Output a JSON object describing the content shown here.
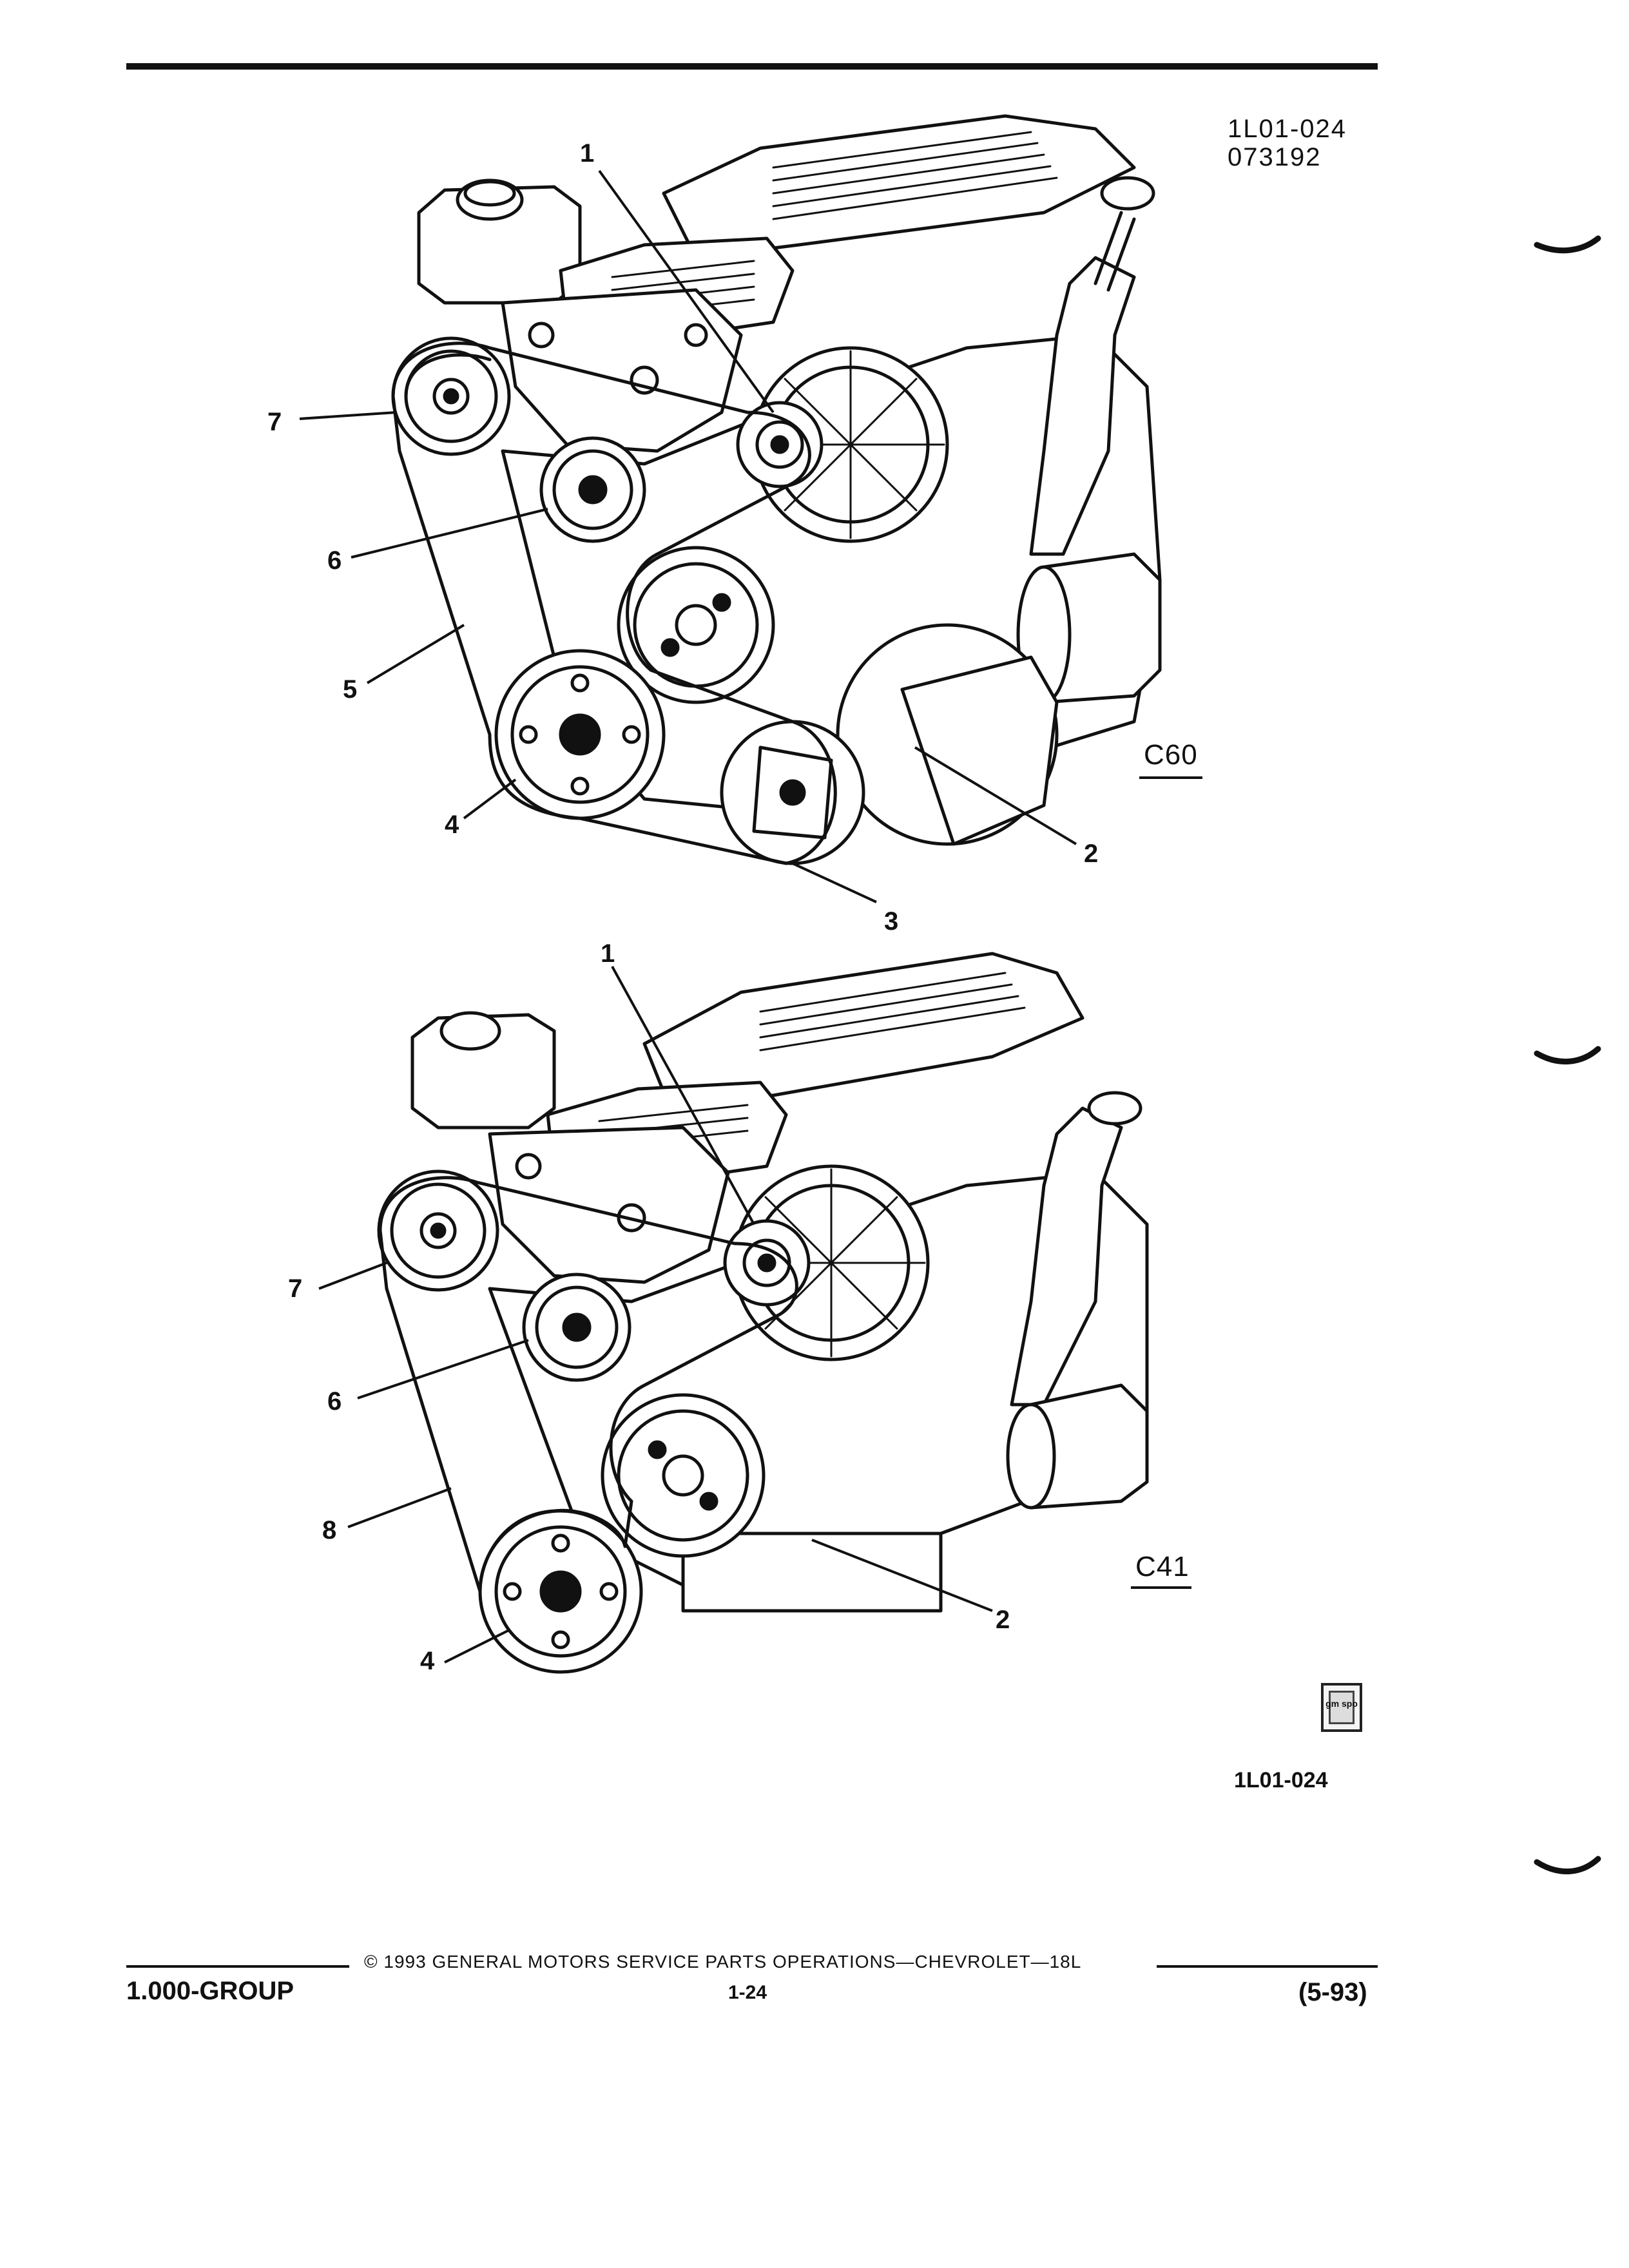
{
  "header": {
    "ref_line1": "1L01-024",
    "ref_line2": "073192"
  },
  "figures": [
    {
      "id": "upper",
      "variant_label": "C60",
      "callouts": [
        "1",
        "7",
        "6",
        "5",
        "4",
        "2",
        "3"
      ]
    },
    {
      "id": "lower",
      "variant_label": "C41",
      "callouts": [
        "1",
        "7",
        "6",
        "8",
        "4",
        "2"
      ]
    }
  ],
  "figure_code": "1L01-024",
  "logo": {
    "text": "gm spo"
  },
  "footer": {
    "copyright": "© 1993 GENERAL MOTORS SERVICE PARTS OPERATIONS—CHEVROLET—18L",
    "group": "1.000-GROUP",
    "page": "1-24",
    "date_code": "(5-93)"
  }
}
